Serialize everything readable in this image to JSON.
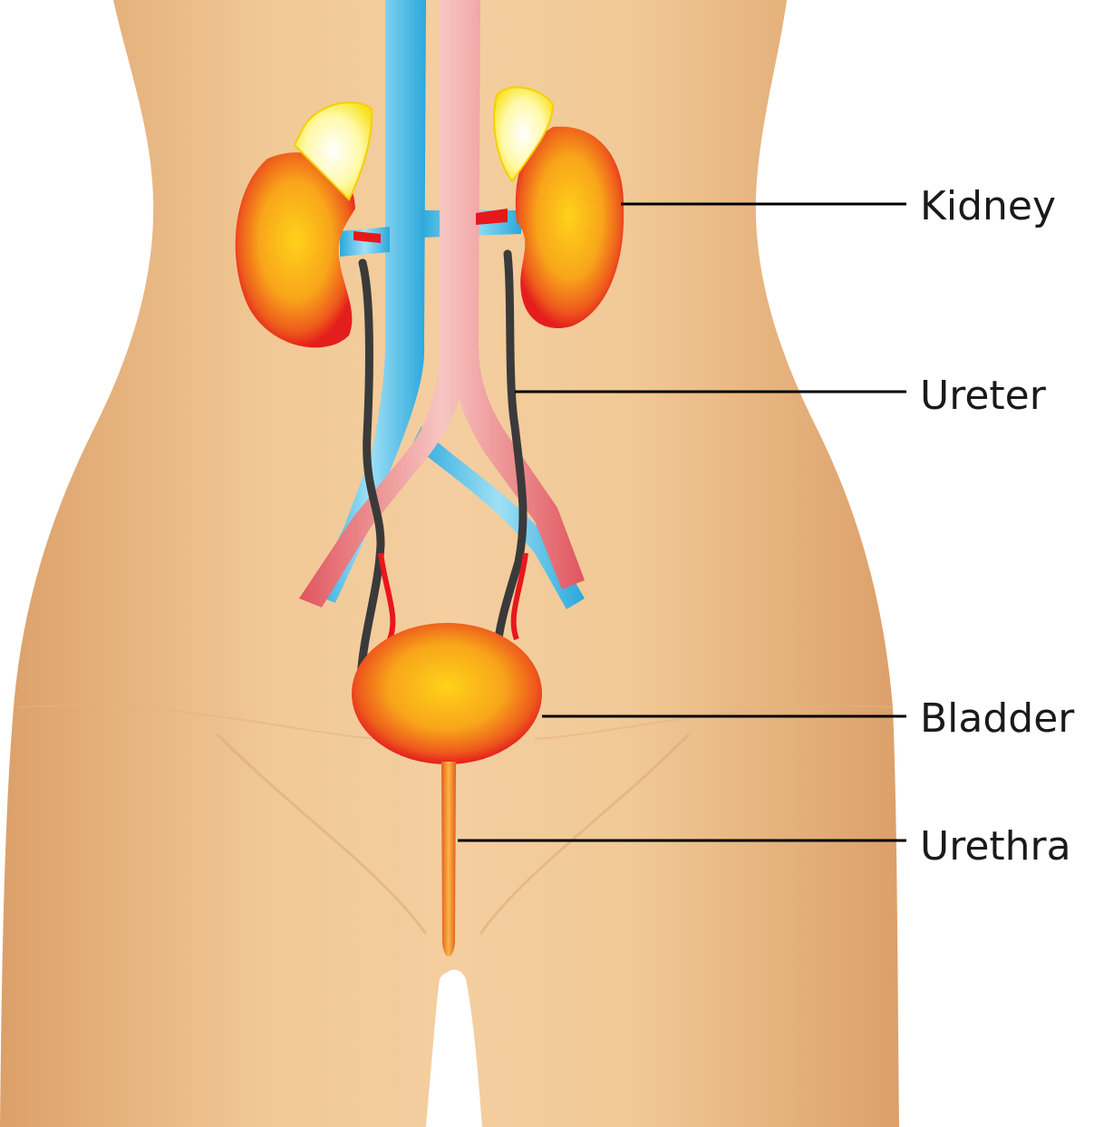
{
  "labels": {
    "kidney": "Kidney",
    "ureter": "Ureter",
    "bladder": "Bladder",
    "urethra": "Urethra"
  },
  "colors": {
    "skin": "#f1c48f",
    "skin_shadow": "#dca06a",
    "vein": "#3db8e6",
    "artery": "#e8676e",
    "organ_core": "#ffc20e",
    "organ_edge": "#e8171c",
    "adrenal": "#fff36a",
    "ureter_tube": "#3a3a3a",
    "urethra": "#e8761e"
  }
}
